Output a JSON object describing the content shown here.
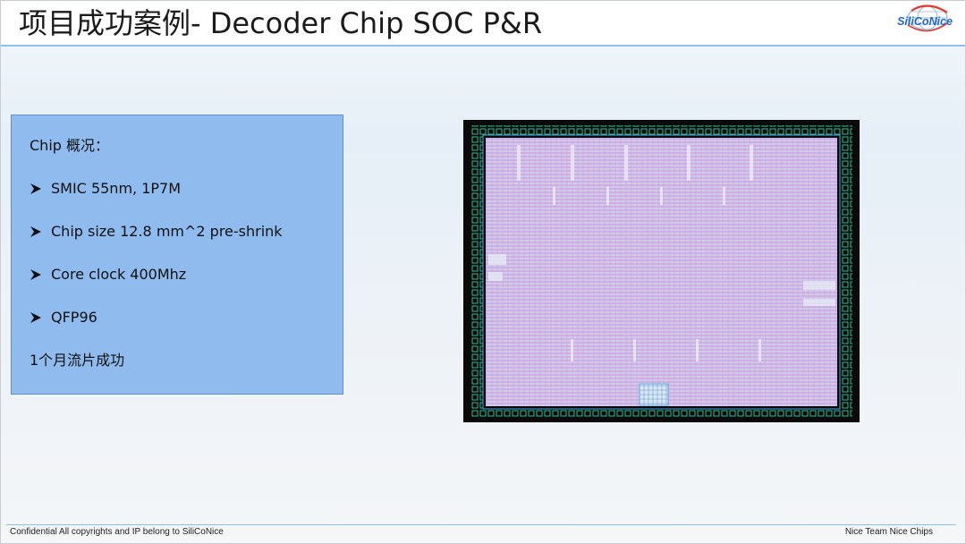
{
  "slide": {
    "title": "项目成功案例- Decoder Chip SOC P&R",
    "logo": {
      "text": "SiliCoNice",
      "icon": "globe-logo-icon",
      "color": "#1f68c8"
    },
    "info_box": {
      "heading": "Chip 概况：",
      "bullets": [
        "SMIC 55nm, 1P7M",
        "Chip size 12.8 mm^2 pre-shrink",
        "Core clock 400Mhz",
        "QFP96"
      ],
      "footer_line": "1个月流片成功",
      "background_color": "#8fbbef"
    },
    "chip_layout_image": {
      "icon": "chip-layout-image"
    },
    "footer": {
      "left": "Confidential  All copyrights and IP belong to SiliCoNice",
      "right": "Nice Team Nice Chips"
    },
    "colors": {
      "accent_rule": "#8cc1ea",
      "pad_ring": "#2fd0a0",
      "core_logic": "#b27fd6"
    }
  }
}
